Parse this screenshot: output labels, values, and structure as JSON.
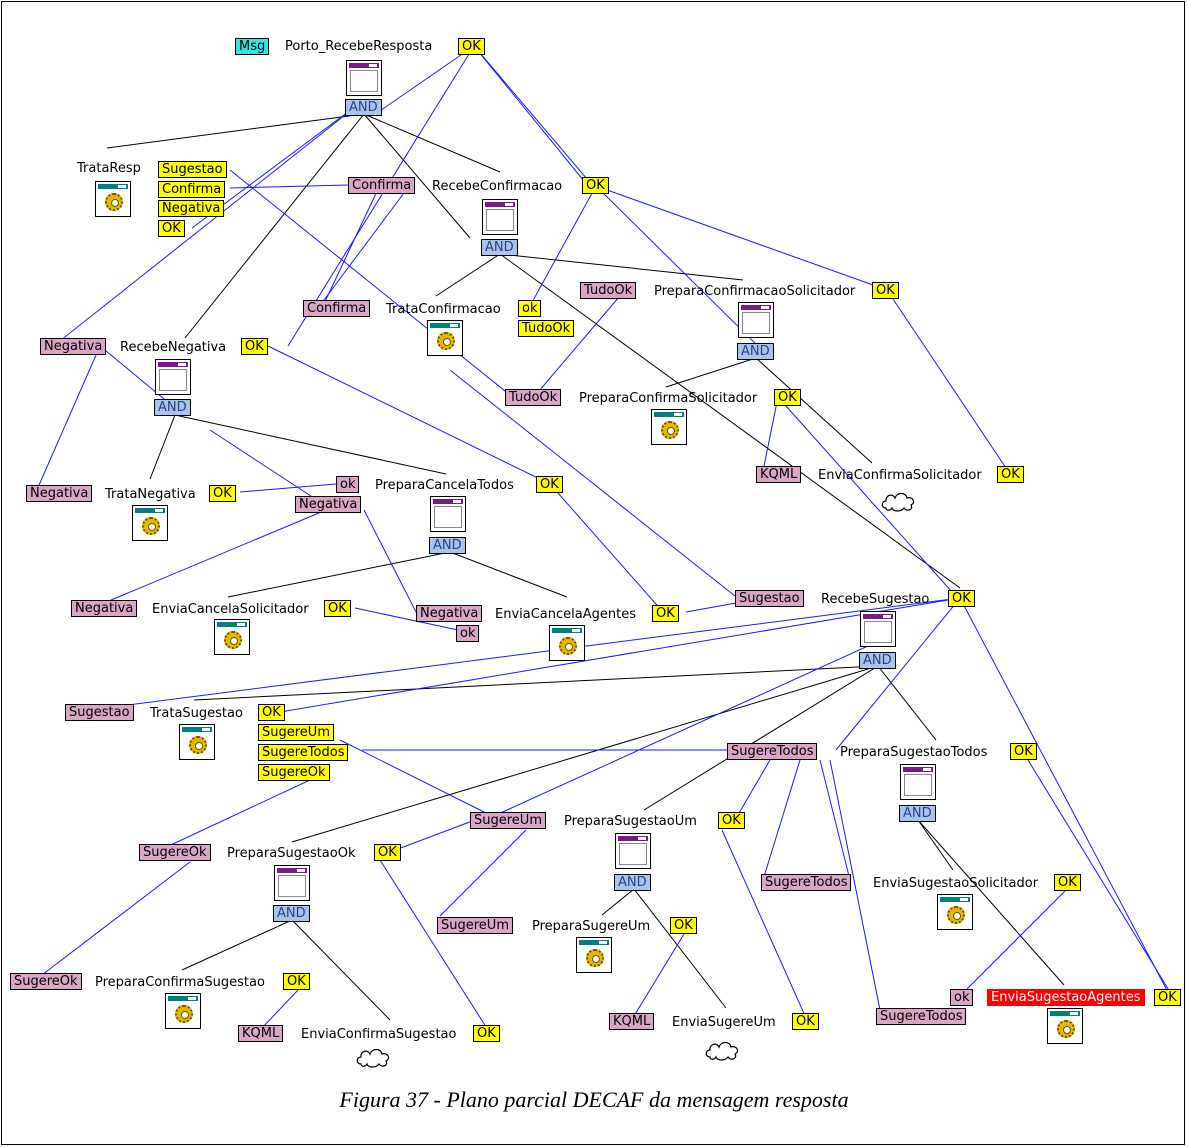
{
  "caption": "Figura 37 - Plano parcial DECAF da mensagem resposta",
  "colors": {
    "ok": "#ffff00",
    "message": "#d9a6c6",
    "and": "#a9c4ea",
    "msg": "#33e6e6",
    "highlight": "#ff0000",
    "link_blue": "#1a1aff",
    "link_black": "#000000"
  },
  "tags": {
    "msg": "Msg",
    "ok": "OK",
    "ok_lower": "ok",
    "and": "AND",
    "sugestao": "Sugestao",
    "confirma": "Confirma",
    "negativa": "Negativa",
    "tudook": "TudoOk",
    "kqml": "KQML",
    "sugereum": "SugereUm",
    "sugeretodos": "SugereTodos",
    "sugereok": "SugereOk"
  },
  "nodes": {
    "porto_recebe_resposta": "Porto_RecebeResposta",
    "trata_resp": "TrataResp",
    "recebe_confirmacao": "RecebeConfirmacao",
    "trata_confirmacao": "TrataConfirmacao",
    "prepara_confirmacao_solicitador": "PreparaConfirmacaoSolicitador",
    "recebe_negativa": "RecebeNegativa",
    "prepara_confirma_solicitador": "PreparaConfirmaSolicitador",
    "envia_confirma_solicitador": "EnviaConfirmaSolicitador",
    "trata_negativa": "TrataNegativa",
    "prepara_cancela_todos": "PreparaCancelaTodos",
    "envia_cancela_solicitador": "EnviaCancelaSolicitador",
    "envia_cancela_agentes": "EnviaCancelaAgentes",
    "recebe_sugestao": "RecebeSugestao",
    "trata_sugestao": "TrataSugestao",
    "prepara_sugestao_todos": "PreparaSugestaoTodos",
    "prepara_sugestao_um": "PreparaSugestaoUm",
    "prepara_sugestao_ok": "PreparaSugestaoOk",
    "envia_sugestao_solicitador": "EnviaSugestaoSolicitador",
    "prepara_sugere_um": "PreparaSugereUm",
    "prepara_confirma_sugestao": "PreparaConfirmaSugestao",
    "envia_sugestao_agentes": "EnviaSugestaoAgentes",
    "envia_confirma_sugestao": "EnviaConfirmaSugestao",
    "envia_sugere_um": "EnviaSugereUm"
  }
}
